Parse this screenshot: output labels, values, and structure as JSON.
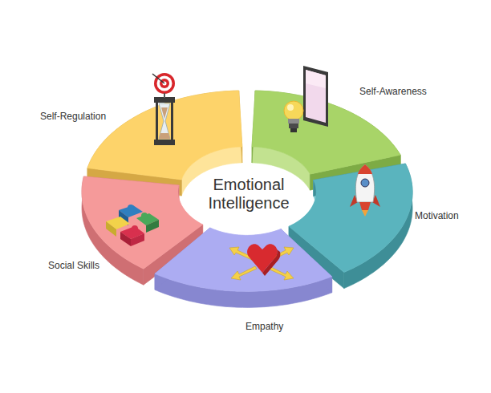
{
  "diagram": {
    "nodes": [
      {
        "text": [
          "Emotional Intelligence"
        ]
      },
      {
        "text": [
          "Self-Awareness"
        ]
      },
      {
        "text": [
          "Motivation"
        ]
      },
      {
        "text": [
          "Empathy"
        ]
      },
      {
        "text": [
          "Social Skills"
        ]
      },
      {
        "text": [
          "Self-Regulation"
        ]
      }
    ]
  }
}
